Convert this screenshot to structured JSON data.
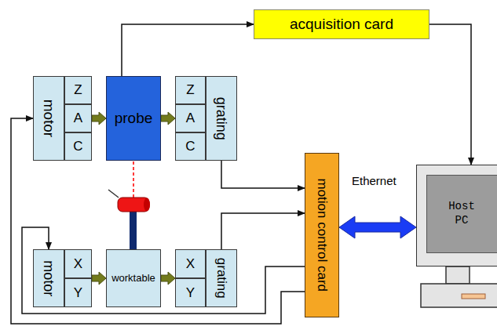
{
  "diagram": {
    "nodes": [
      {
        "text": [
          "acquisition card"
        ]
      },
      {
        "text": [
          "motor"
        ]
      },
      {
        "text": [
          "Z"
        ]
      },
      {
        "text": [
          "A"
        ]
      },
      {
        "text": [
          "C"
        ]
      },
      {
        "text": [
          "probe"
        ]
      },
      {
        "text": [
          "Z"
        ]
      },
      {
        "text": [
          "A"
        ]
      },
      {
        "text": [
          "C"
        ]
      },
      {
        "text": [
          "grating"
        ]
      },
      {
        "text": [
          "motion control card"
        ]
      },
      {
        "text": [
          "Host PC"
        ]
      },
      {
        "text": [
          "motor"
        ]
      },
      {
        "text": [
          "X"
        ]
      },
      {
        "text": [
          "Y"
        ]
      },
      {
        "text": [
          "worktable"
        ]
      },
      {
        "text": [
          "X"
        ]
      },
      {
        "text": [
          "Y"
        ]
      },
      {
        "text": [
          "grating"
        ]
      }
    ],
    "edges": [
      {
        "from": 5,
        "to": 0,
        "arrow": "to"
      },
      {
        "from": 0,
        "to": 11,
        "arrow": "to"
      },
      {
        "from": 3,
        "to": 5,
        "arrow": "to"
      },
      {
        "from": 5,
        "to": 7,
        "arrow": "to"
      },
      {
        "from": 9,
        "to": 10,
        "arrow": "to"
      },
      {
        "from": 18,
        "to": 10,
        "arrow": "to"
      },
      {
        "from": 10,
        "to": 11,
        "label": "Ethernet",
        "arrow": "both"
      },
      {
        "from": 10,
        "to": 1,
        "arrow": "to"
      },
      {
        "from": 10,
        "to": 12,
        "arrow": "to"
      },
      {
        "from": 13,
        "to": 15,
        "arrow": "to"
      },
      {
        "from": 15,
        "to": 16,
        "arrow": "to"
      }
    ]
  }
}
